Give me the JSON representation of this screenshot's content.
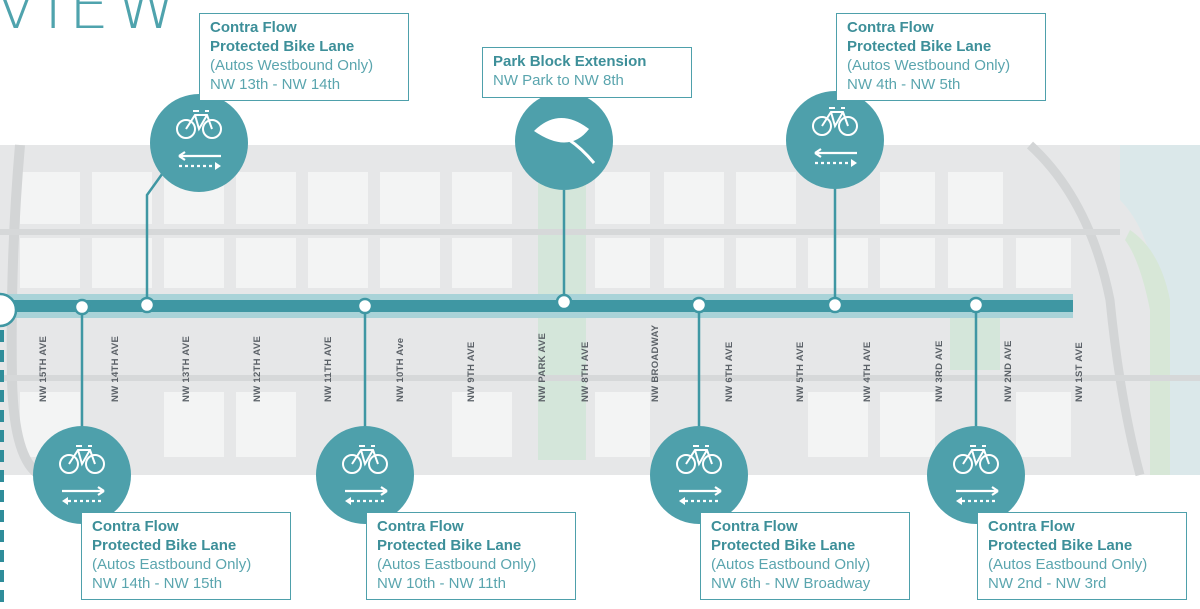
{
  "title_fragment": "VIEW",
  "colors": {
    "accent": "#4ea0ab",
    "street_label": "#5b6167"
  },
  "icons": {
    "bike_marker": "bicycle-icon",
    "leaf_marker": "leaf-icon"
  },
  "street_labels": [
    "NW 15TH AVE",
    "NW 14TH AVE",
    "NW 13TH AVE",
    "NW 12TH AVE",
    "NW 11TH AVE",
    "NW 10TH Ave",
    "NW 9TH AVE",
    "NW PARK AVE",
    "NW 8TH AVE",
    "NW BROADWAY",
    "NW 6TH AVE",
    "NW 5TH AVE",
    "NW 4TH AVE",
    "NW 3RD AVE",
    "NW 2ND AVE",
    "NW 1ST AVE"
  ],
  "callouts_top": [
    {
      "title1": "Contra Flow",
      "title2": "Protected Bike Lane",
      "note": "(Autos Westbound Only)",
      "range": "NW 13th - NW 14th"
    },
    {
      "title1": "Park Block Extension",
      "range": "NW Park to NW 8th"
    },
    {
      "title1": "Contra Flow",
      "title2": "Protected Bike Lane",
      "note": "(Autos Westbound Only)",
      "range": "NW 4th - NW 5th"
    }
  ],
  "callouts_bottom": [
    {
      "title1": "Contra Flow",
      "title2": "Protected Bike Lane",
      "note": "(Autos Eastbound Only)",
      "range": "NW 14th - NW 15th"
    },
    {
      "title1": "Contra Flow",
      "title2": "Protected Bike Lane",
      "note": "(Autos Eastbound Only)",
      "range": "NW 10th - NW 11th"
    },
    {
      "title1": "Contra Flow",
      "title2": "Protected Bike Lane",
      "note": "(Autos Eastbound Only)",
      "range": "NW 6th - NW Broadway"
    },
    {
      "title1": "Contra Flow",
      "title2": "Protected Bike Lane",
      "note": "(Autos Eastbound Only)",
      "range": "NW 2nd - NW 3rd"
    }
  ]
}
